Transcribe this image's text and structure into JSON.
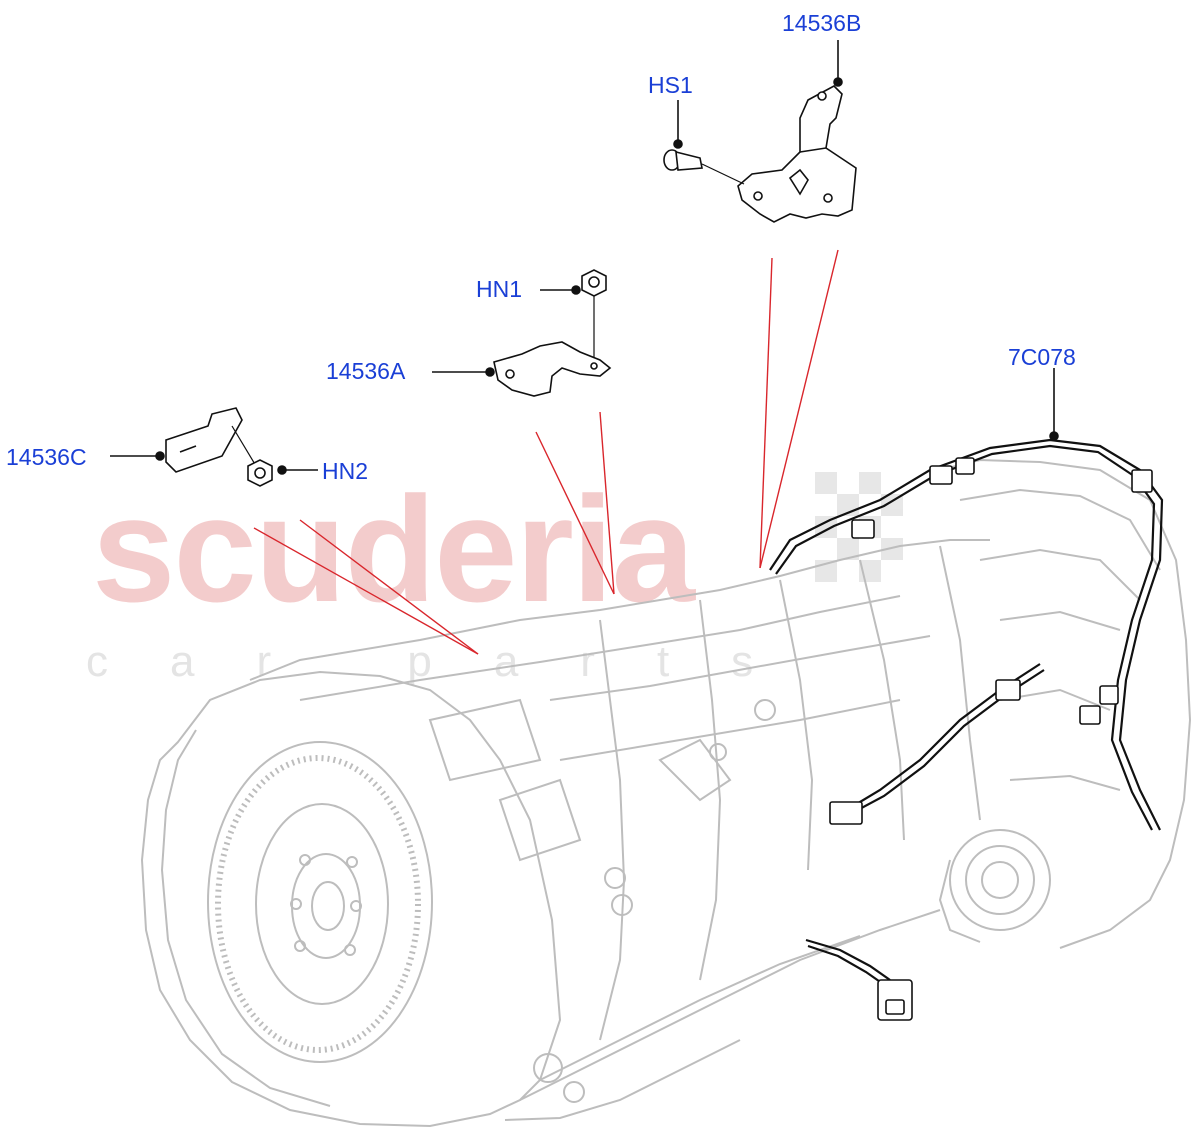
{
  "watermark": {
    "brand": "scuderia",
    "tagline": "car parts"
  },
  "callouts": {
    "bracket_b": "14536B",
    "screw_hs1": "HS1",
    "nut_hn1": "HN1",
    "bracket_a": "14536A",
    "harness_7c078": "7C078",
    "bracket_c": "14536C",
    "nut_hn2": "HN2"
  },
  "colors": {
    "label_blue": "#1a3fd6",
    "leader_red": "#d9262c",
    "watermark_red": "#f2c4c4",
    "body_outline": "#bdbdbd",
    "part_ink": "#111111"
  }
}
